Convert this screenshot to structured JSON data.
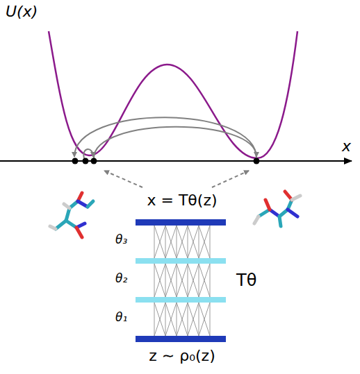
{
  "diagram": {
    "labels": [
      "U(x)",
      "x",
      "x = Tθ(z)",
      "θ₃",
      "θ₂",
      "θ₁",
      "Tθ",
      "z ∼ ρ₀(z)"
    ]
  }
}
